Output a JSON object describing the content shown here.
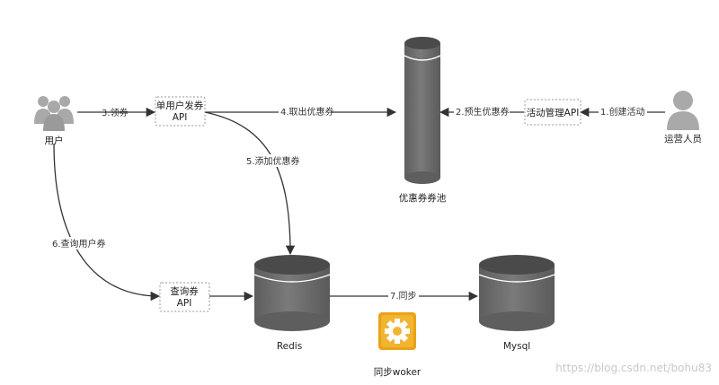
{
  "nodes": {
    "user": {
      "label": "用户"
    },
    "operator": {
      "label": "运营人员"
    },
    "issue_api": {
      "line1": "单用户发券",
      "line2": "API"
    },
    "activity_api": {
      "label": "活动管理API"
    },
    "coupon_pool": {
      "label": "优惠券券池"
    },
    "query_api": {
      "line1": "查询券",
      "line2": "API"
    },
    "redis": {
      "label": "Redis"
    },
    "mysql": {
      "label": "Mysql"
    },
    "sync_worker": {
      "label": "同步woker"
    }
  },
  "edges": {
    "e1": "1.创建活动",
    "e2": "2.预生优惠券",
    "e3": "3.领券",
    "e4": "4.取出优惠券",
    "e5": "5.添加优惠券",
    "e6": "6.查询用户券",
    "e7": "7.同步"
  },
  "watermark": "https://blog.csdn.net/bohu83",
  "colors": {
    "cylinder_body": "#6b6b6b",
    "cylinder_top": "#4a4a4a",
    "person": "#a9a9a9",
    "worker_gear_bg": "#e8a317",
    "edge": "#333333"
  }
}
